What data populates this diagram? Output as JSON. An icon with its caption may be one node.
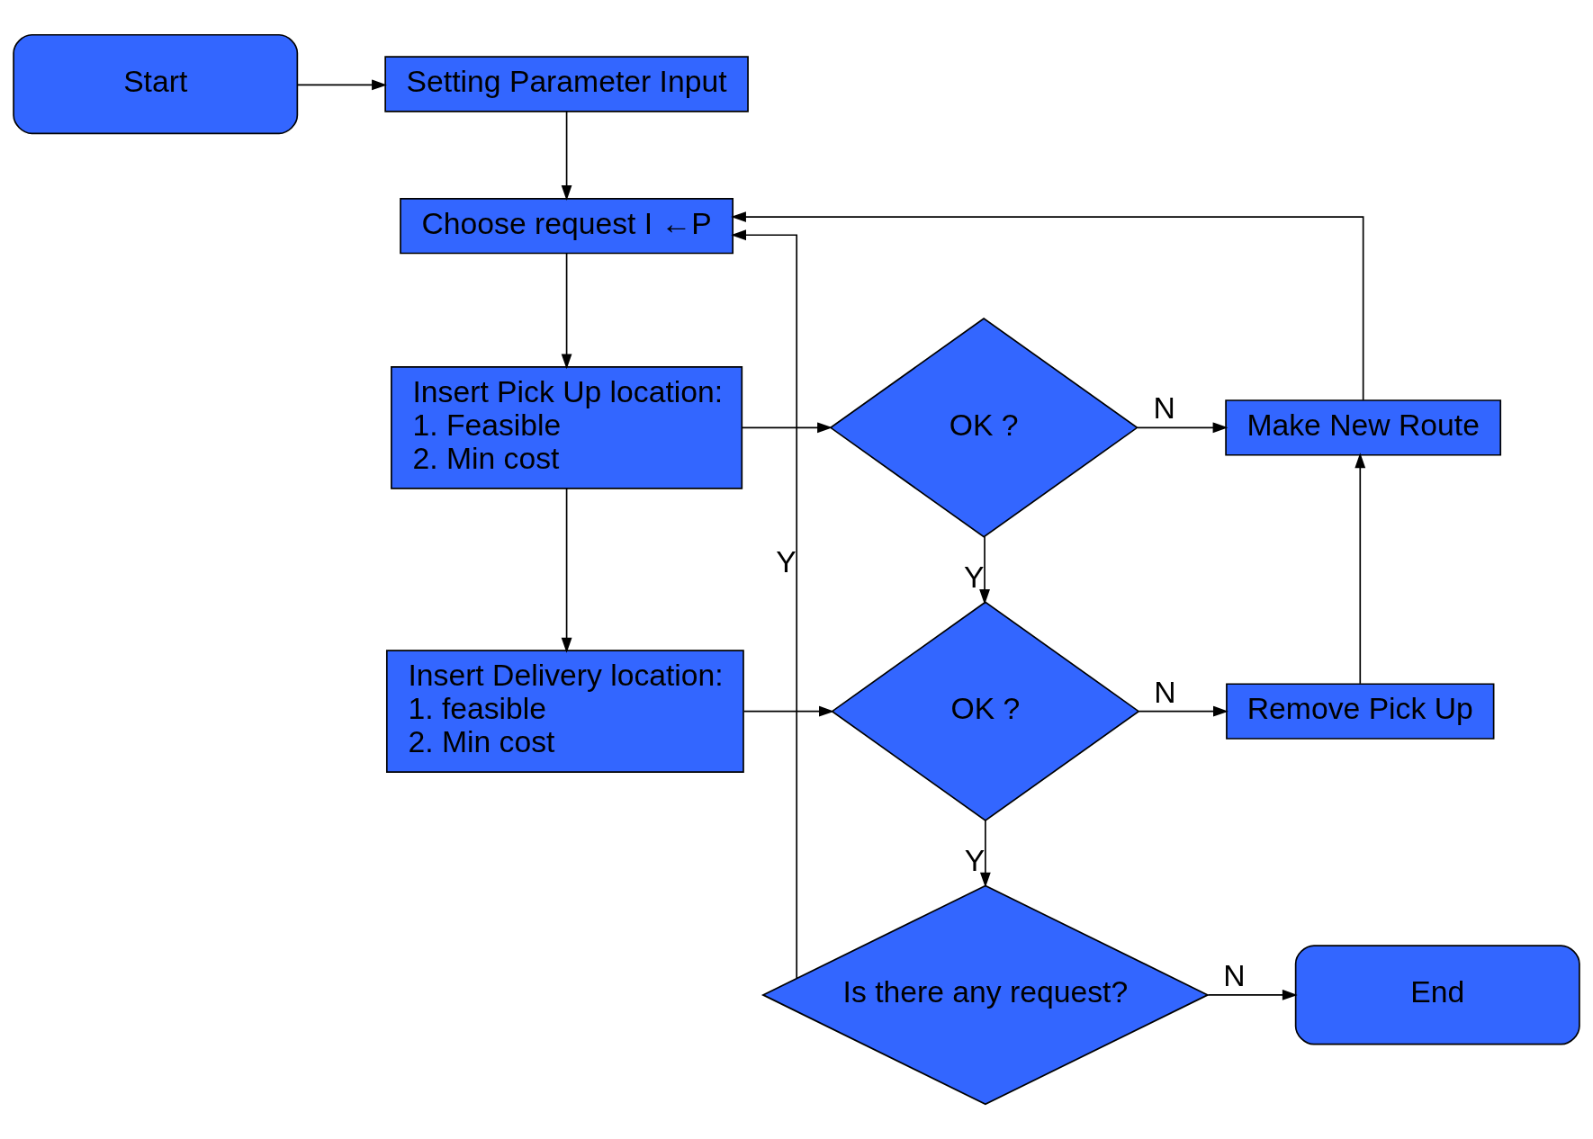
{
  "diagram": {
    "nodes": [
      {
        "text": [
          "Start"
        ]
      },
      {
        "text": [
          "Setting Parameter Input"
        ]
      },
      {
        "text": [
          "Choose request I ←P"
        ]
      },
      {
        "text": [
          "Insert Pick Up location:",
          "1. Feasible",
          "2. Min cost"
        ]
      },
      {
        "text": [
          "OK ?"
        ]
      },
      {
        "text": [
          "Make New Route"
        ]
      },
      {
        "text": [
          "Insert Delivery location:",
          "1. feasible",
          "2. Min cost"
        ]
      },
      {
        "text": [
          "OK ?"
        ]
      },
      {
        "text": [
          "Remove Pick Up"
        ]
      },
      {
        "text": [
          "Is there any request?"
        ]
      },
      {
        "text": [
          "End"
        ]
      }
    ],
    "edges": [
      {
        "from": 0,
        "to": 1,
        "arrow": "to"
      },
      {
        "from": 1,
        "to": 2,
        "arrow": "to"
      },
      {
        "from": 2,
        "to": 3,
        "arrow": "to"
      },
      {
        "from": 3,
        "to": 4,
        "arrow": "to"
      },
      {
        "from": 4,
        "to": 5,
        "arrow": "to",
        "label": "N"
      },
      {
        "from": 5,
        "to": 2,
        "arrow": "to"
      },
      {
        "from": 4,
        "to": 7,
        "arrow": "to",
        "label": "Y"
      },
      {
        "from": 3,
        "to": 6,
        "arrow": "to"
      },
      {
        "from": 6,
        "to": 7,
        "arrow": "to"
      },
      {
        "from": 7,
        "to": 8,
        "arrow": "to",
        "label": "N"
      },
      {
        "from": 8,
        "to": 5,
        "arrow": "to"
      },
      {
        "from": 7,
        "to": 9,
        "arrow": "to",
        "label": "Y"
      },
      {
        "from": 9,
        "to": 10,
        "arrow": "to",
        "label": "N"
      },
      {
        "from": 9,
        "to": 2,
        "arrow": "to",
        "label": "Y"
      }
    ]
  }
}
